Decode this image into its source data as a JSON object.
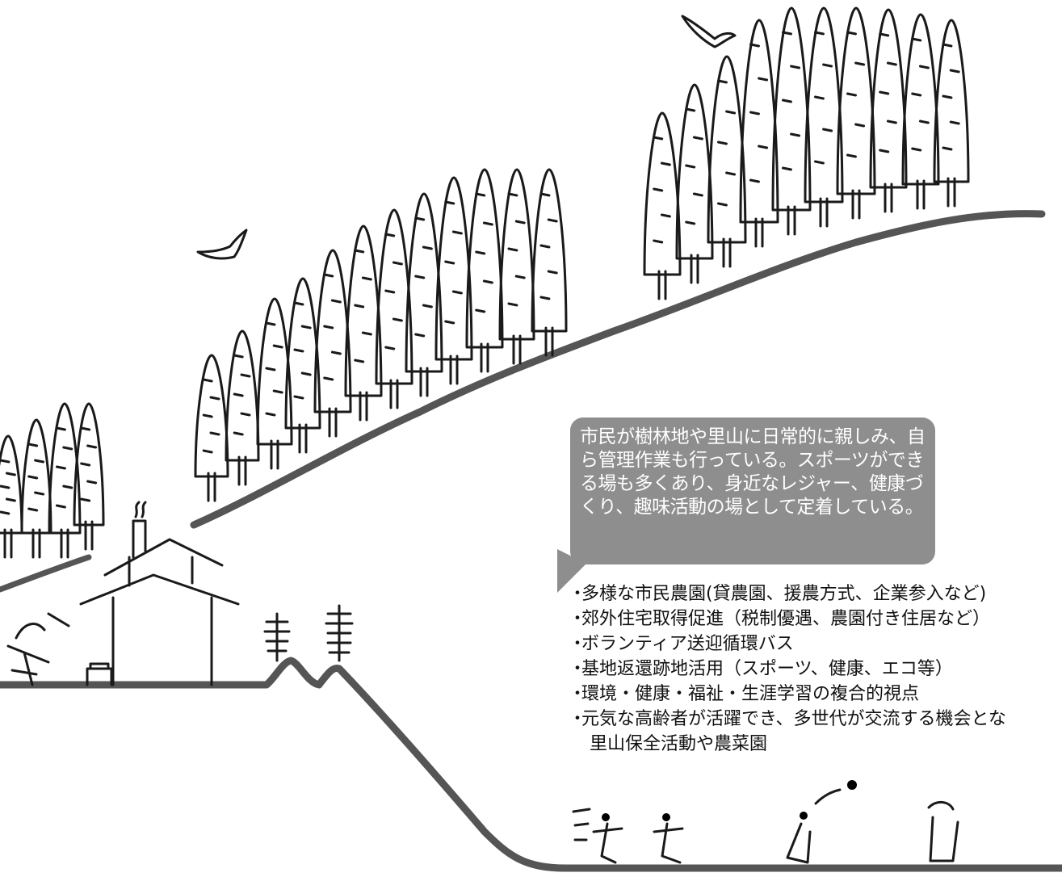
{
  "callout": {
    "text": "市民が樹林地や里山に日常的に親しみ、自ら管理作業も行っている。スポーツができる場も多くあり、身近なレジャー、健康づくり、趣味活動の場として定着している。"
  },
  "bullets": [
    "多様な市民農園(貸農園、援農方式、企業参入など)",
    "郊外住宅取得促進（税制優遇、農園付き住居など）",
    "ボランティア送迎循環バス",
    "基地返還跡地活用（スポーツ、健康、エコ等）",
    "環境・健康・福祉・生涯学習の複合的視点",
    "元気な高齢者が活躍でき、多世代が交流する機会とな"
  ],
  "bullet_continuation": "里山保全活動や農菜園",
  "icons": {
    "tree": "conifer-tree-icon",
    "bird": "bird-icon",
    "house": "house-icon",
    "person": "person-icon"
  },
  "colors": {
    "ink": "#1a1a1a",
    "ground": "#555555",
    "callout_bg": "#8e8e8e",
    "callout_text": "#ffffff"
  }
}
